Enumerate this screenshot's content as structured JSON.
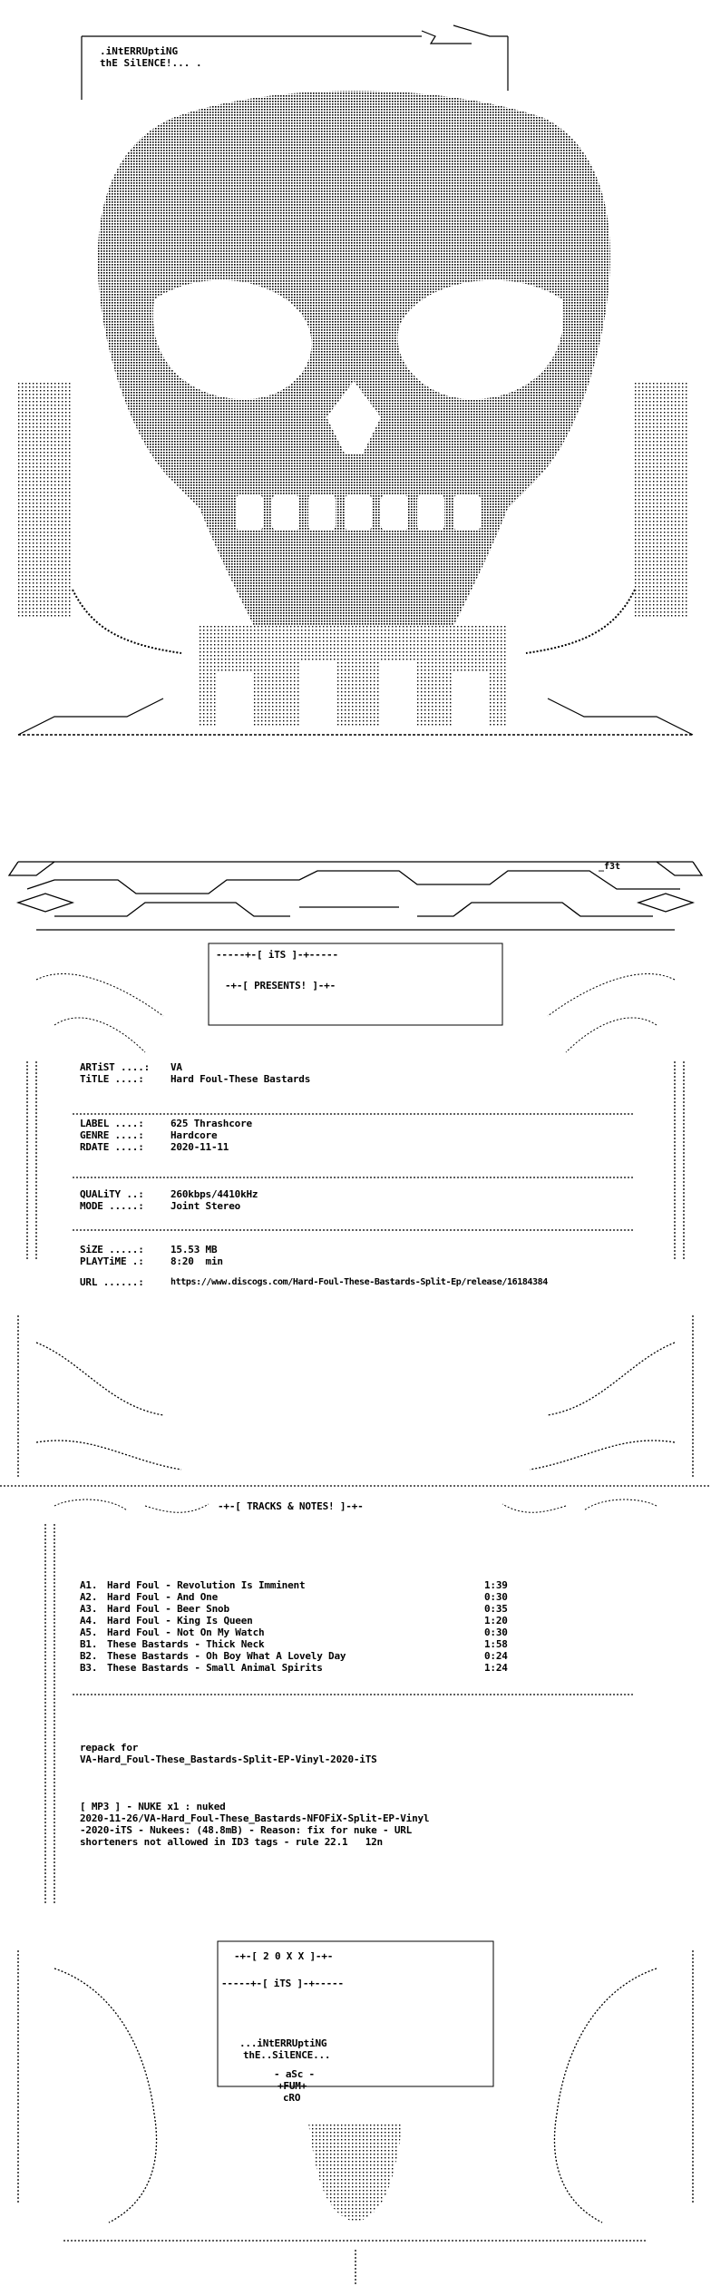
{
  "header": {
    "title_line1": ".iNtERRUptiNG",
    "title_line2": "thE SilENCE!... ."
  },
  "banner": {
    "its": "-----+-[ iTS ]-+-----",
    "presents": "-+-[ PRESENTS! ]-+-",
    "tag": "_f3t"
  },
  "release": {
    "artist_label": "ARTiST ....:",
    "artist": "VA",
    "title_label": "TiTLE ....:",
    "title": "Hard Foul-These Bastards",
    "label_label": "LABEL ....:",
    "label": "625 Thrashcore",
    "genre_label": "GENRE ....:",
    "genre": "Hardcore",
    "rdate_label": "RDATE ....:",
    "rdate": "2020-11-11",
    "quality_label": "QUALiTY ..:",
    "quality": "260kbps/4410kHz",
    "mode_label": "MODE .....:",
    "mode": "Joint Stereo",
    "size_label": "SiZE .....:",
    "size": "15.53 MB",
    "playtime_label": "PLAYTiME .:",
    "playtime": "8:20  min",
    "url_label": "URL ......:",
    "url": "https://www.discogs.com/Hard-Foul-These-Bastards-Split-Ep/release/16184384"
  },
  "tracks_header": "-+-[ TRACKS & NOTES! ]-+-",
  "tracks": [
    {
      "pos": "A1.",
      "name": "Hard Foul - Revolution Is Imminent",
      "time": "1:39"
    },
    {
      "pos": "A2.",
      "name": "Hard Foul - And One",
      "time": "0:30"
    },
    {
      "pos": "A3.",
      "name": "Hard Foul - Beer Snob",
      "time": "0:35"
    },
    {
      "pos": "A4.",
      "name": "Hard Foul - King Is Queen",
      "time": "1:20"
    },
    {
      "pos": "A5.",
      "name": "Hard Foul - Not On My Watch",
      "time": "0:30"
    },
    {
      "pos": "B1.",
      "name": "These Bastards - Thick Neck",
      "time": "1:58"
    },
    {
      "pos": "B2.",
      "name": "These Bastards - Oh Boy What A Lovely Day",
      "time": "0:24"
    },
    {
      "pos": "B3.",
      "name": "These Bastards - Small Animal Spirits",
      "time": "1:24"
    }
  ],
  "notes": {
    "repack_line1": "repack for",
    "repack_line2": "VA-Hard_Foul-These_Bastards-Split-EP-Vinyl-2020-iTS",
    "nuke_line1": "[ MP3 ] - NUKE x1 : nuked",
    "nuke_line2": "2020-11-26/VA-Hard_Foul-These_Bastards-NFOFiX-Split-EP-Vinyl",
    "nuke_line3": "-2020-iTS - Nukees: (48.8mB) - Reason: fix for nuke - URL",
    "nuke_line4": "shorteners not allowed in ID3 tags - rule 22.1   12n"
  },
  "footer": {
    "year": "-+-[ 2 0 X X ]-+-",
    "its": "-----+-[ iTS ]-+-----",
    "line1": "...iNtERRUptiNG",
    "line2": "thE..SilENCE...",
    "line3": "- aSc -",
    "line4": "+FUM+",
    "line5": "cRO"
  }
}
